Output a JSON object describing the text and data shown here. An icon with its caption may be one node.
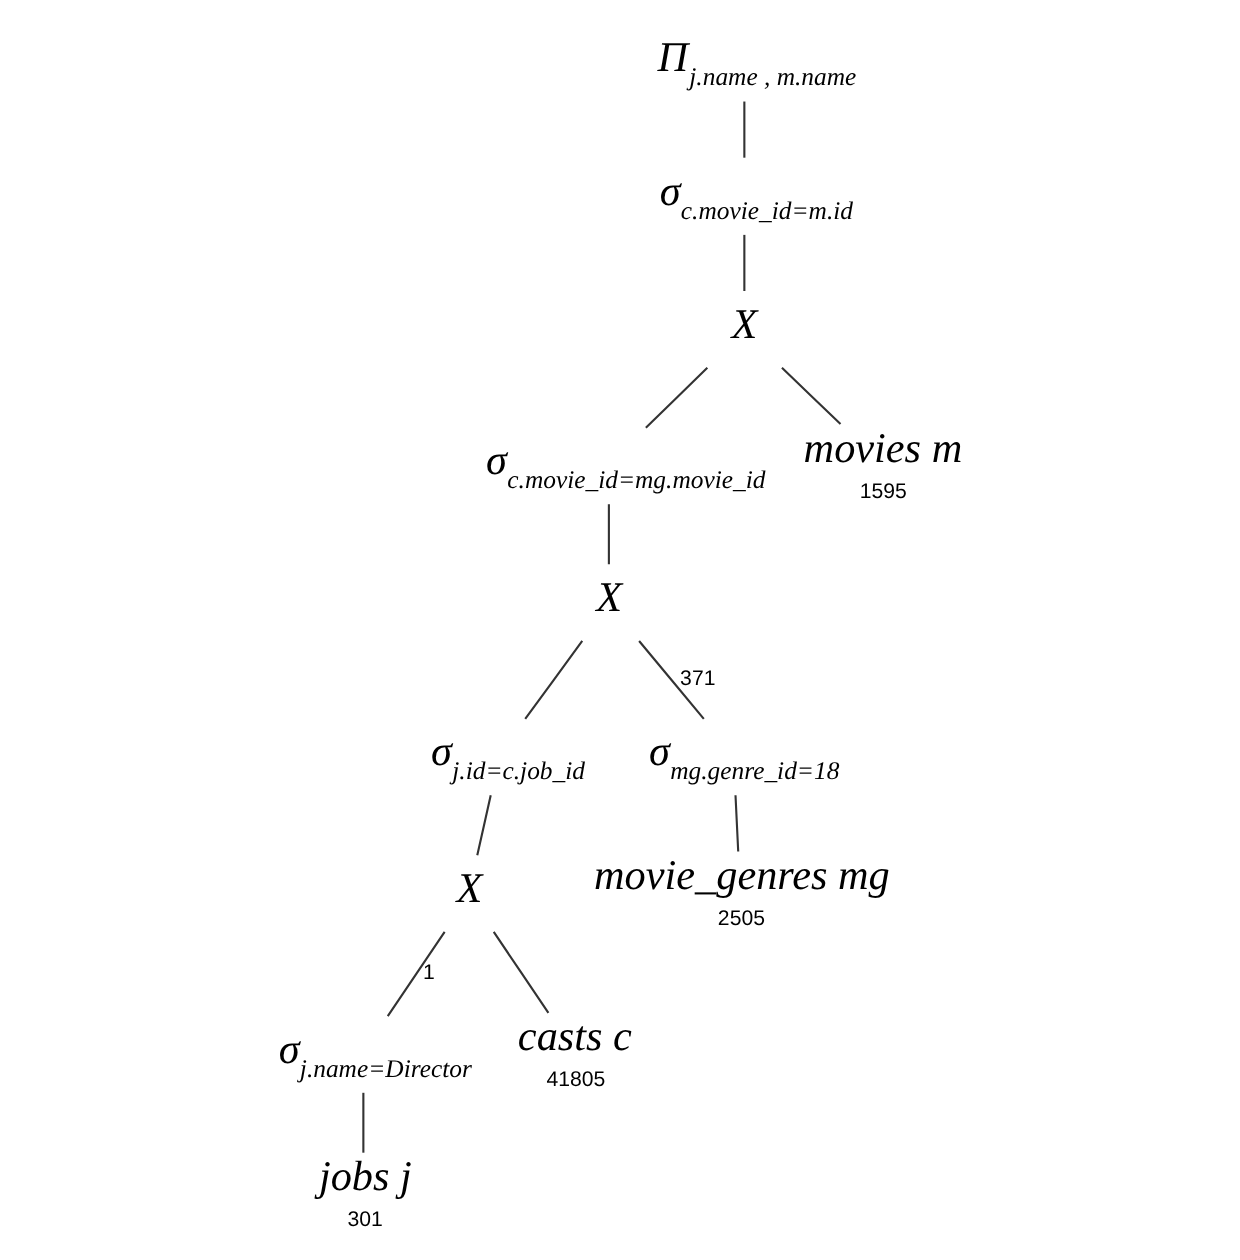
{
  "diagram": {
    "nodes": [
      {
        "text": [
          "Π$_{j.name , m.name}$"
        ]
      },
      {
        "text": [
          "σ$_{c.movie_id=m.id}$"
        ]
      },
      {
        "text": [
          "X"
        ]
      },
      {
        "text": [
          "σ$_{c.movie_id=mg.movie_id}$"
        ]
      },
      {
        "text": [
          "movies m"
        ],
        "beside": [
          "1595"
        ]
      },
      {
        "text": [
          "X"
        ]
      },
      {
        "text": [
          "σ$_{j.id=c.job_id}$"
        ]
      },
      {
        "text": [
          "σ$_{mg.genre_id=18}$"
        ]
      },
      {
        "text": [
          "movie_genres mg"
        ],
        "beside": [
          "2505"
        ]
      },
      {
        "text": [
          "X"
        ]
      },
      {
        "text": [
          "σ$_{j.name=Director}$"
        ]
      },
      {
        "text": [
          "casts c"
        ],
        "beside": [
          "41805"
        ]
      },
      {
        "text": [
          "jobs j"
        ],
        "beside": [
          "301"
        ]
      }
    ],
    "edges": [
      {
        "from": 0,
        "to": 1,
        "arrow": "none"
      },
      {
        "from": 1,
        "to": 2,
        "arrow": "none"
      },
      {
        "from": 2,
        "to": 3,
        "arrow": "none"
      },
      {
        "from": 2,
        "to": 4,
        "arrow": "none"
      },
      {
        "from": 3,
        "to": 5,
        "arrow": "none"
      },
      {
        "from": 5,
        "to": 6,
        "arrow": "none"
      },
      {
        "from": 5,
        "to": 7,
        "arrow": "none",
        "label": "371"
      },
      {
        "from": 7,
        "to": 8,
        "arrow": "none"
      },
      {
        "from": 6,
        "to": 9,
        "arrow": "none"
      },
      {
        "from": 9,
        "to": 10,
        "arrow": "none",
        "label": "1"
      },
      {
        "from": 9,
        "to": 11,
        "arrow": "none"
      },
      {
        "from": 10,
        "to": 12,
        "arrow": "none"
      }
    ]
  }
}
